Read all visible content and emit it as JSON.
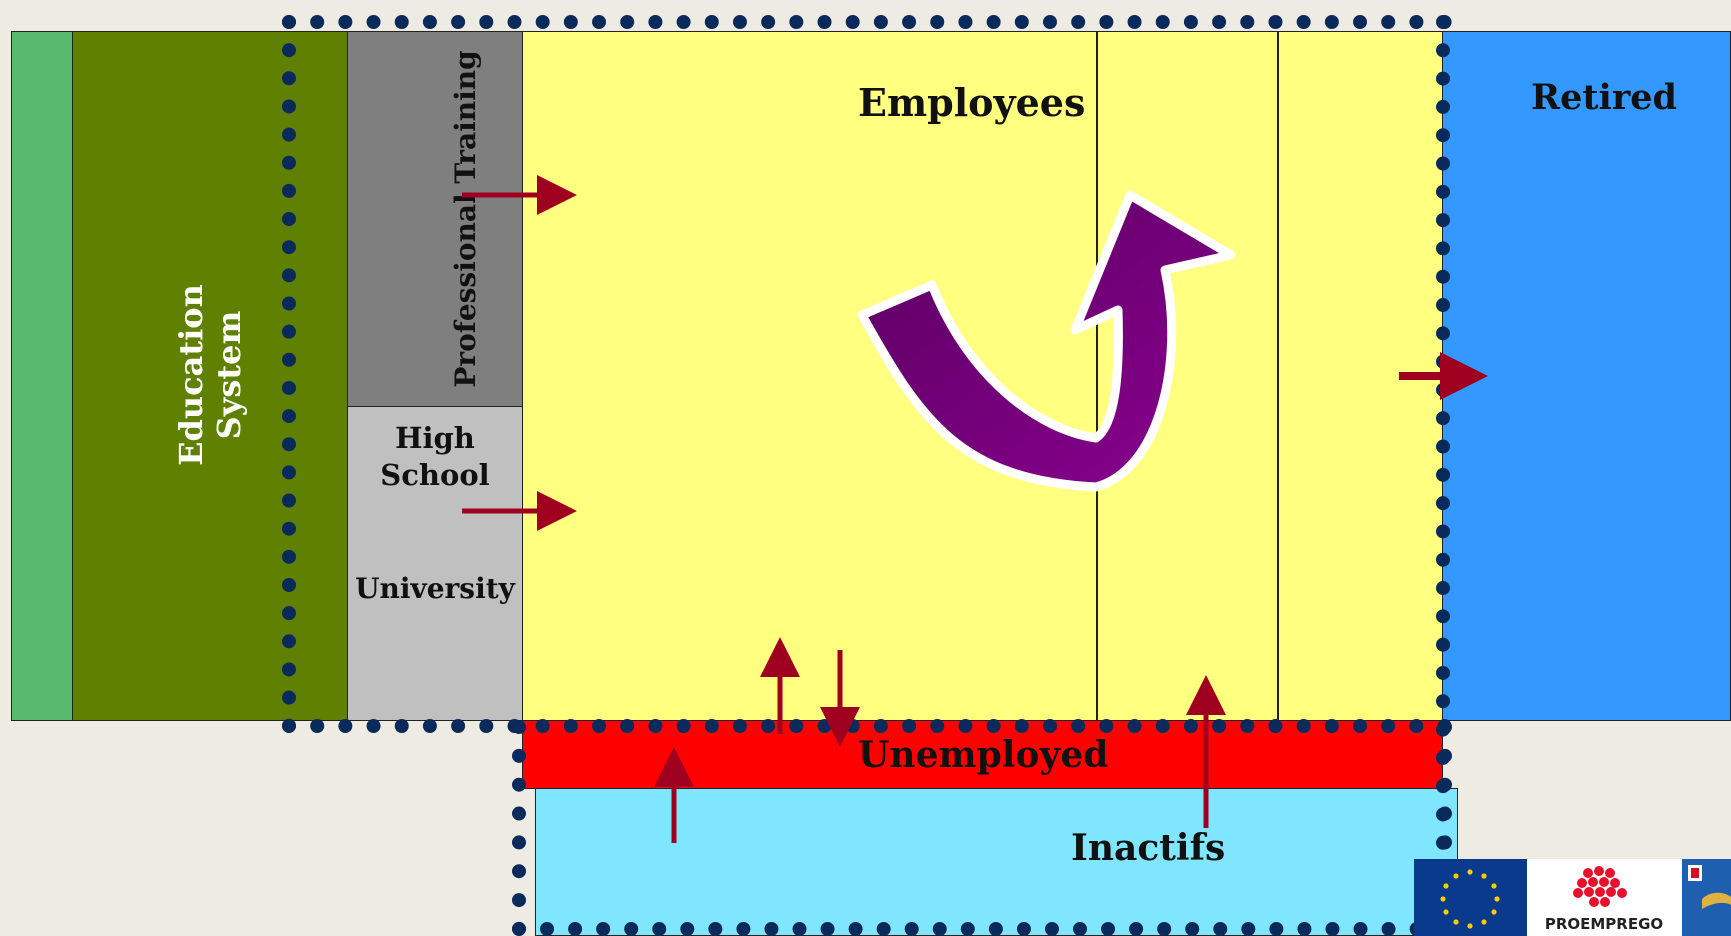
{
  "diagram": {
    "education_system": "Education System",
    "professional_training": "Professional Training",
    "high_school": "High School",
    "university": "University",
    "employees": "Employees",
    "retired": "Retired",
    "unemployed": "Unemployed",
    "inactifs": "Inactifs"
  },
  "logos": {
    "proemprego": "PROEMPREGO"
  },
  "colors": {
    "left_strip": "#58b86e",
    "education": "#5f8000",
    "professional_training": "#7f7f7f",
    "high_school_university": "#c0c0c0",
    "employees": "#ffff80",
    "retired": "#3399ff",
    "unemployed": "#ff0000",
    "inactifs": "#80e5ff",
    "dotted_border": "#0b2a5c",
    "flow_arrows": "#a00020",
    "curved_arrow": "#7b0080"
  }
}
